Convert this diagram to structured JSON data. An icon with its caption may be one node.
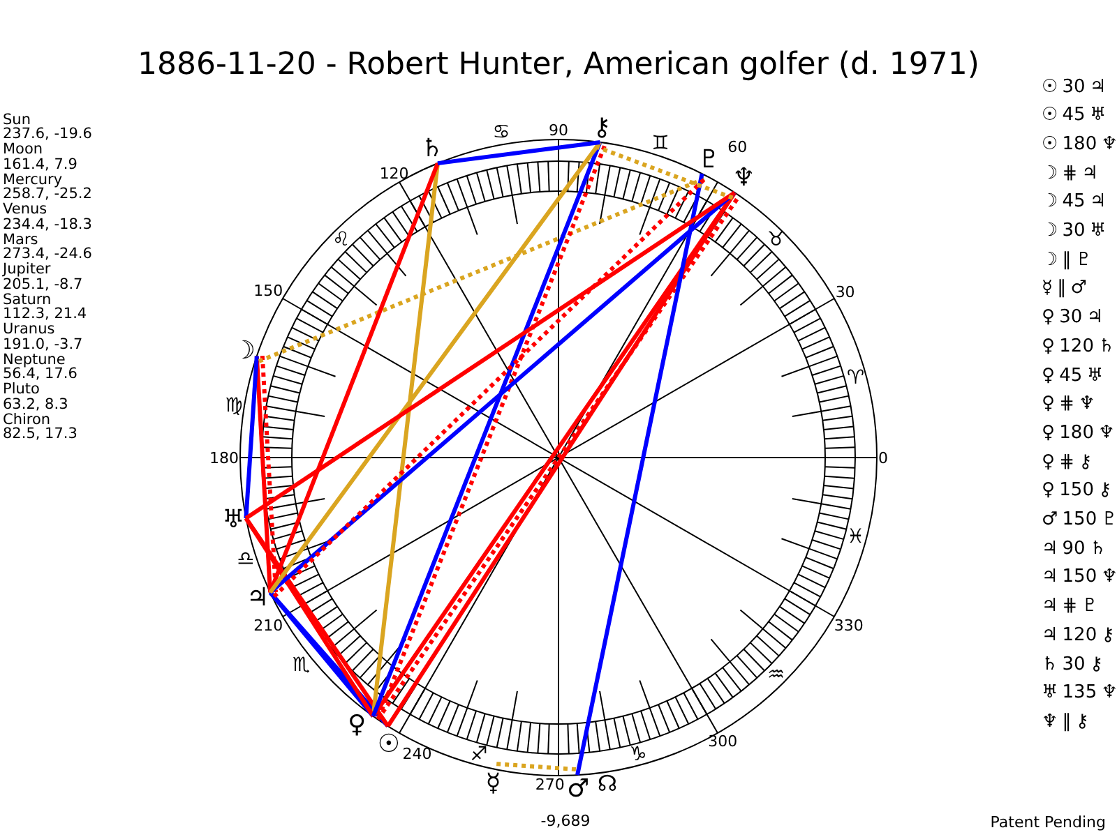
{
  "diagram": {
    "title": "1886-11-20 - Robert Hunter, American golfer (d. 1971)",
    "nodes": [
      {
        "text": [
          "⚷"
        ]
      },
      {
        "text": [
          "♄"
        ]
      },
      {
        "text": [
          "♇"
        ]
      },
      {
        "text": [
          "♆"
        ]
      },
      {
        "text": [
          "☽"
        ]
      },
      {
        "text": [
          "♅"
        ]
      },
      {
        "text": [
          "♃"
        ]
      },
      {
        "text": [
          "♀"
        ]
      },
      {
        "text": [
          "☉"
        ]
      },
      {
        "text": [
          "☿"
        ]
      },
      {
        "text": [
          "♂"
        ]
      }
    ],
    "edges": [
      {
        "from": 8,
        "to": 6,
        "arrow": "none",
        "color": "#0000ff"
      },
      {
        "from": 8,
        "to": 5,
        "arrow": "none"
      },
      {
        "from": 8,
        "to": 3,
        "arrow": "none"
      },
      {
        "from": 4,
        "to": 6,
        "arrow": "none",
        "style": "dashed"
      },
      {
        "from": 4,
        "to": 6,
        "arrow": "none"
      },
      {
        "from": 4,
        "to": 5,
        "arrow": "none",
        "color": "#0000ff"
      },
      {
        "from": 4,
        "to": 2,
        "arrow": "none",
        "style": "dashed",
        "color": "#daa520"
      },
      {
        "from": 9,
        "to": 10,
        "arrow": "none",
        "style": "dashed",
        "color": "#daa520"
      },
      {
        "from": 7,
        "to": 6,
        "arrow": "none",
        "color": "#0000ff"
      },
      {
        "from": 7,
        "to": 1,
        "arrow": "none",
        "color": "#daa520"
      },
      {
        "from": 7,
        "to": 5,
        "arrow": "none"
      },
      {
        "from": 7,
        "to": 3,
        "arrow": "none",
        "style": "dashed"
      },
      {
        "from": 7,
        "to": 3,
        "arrow": "none"
      },
      {
        "from": 7,
        "to": 0,
        "arrow": "none",
        "style": "dashed"
      },
      {
        "from": 7,
        "to": 0,
        "arrow": "none",
        "color": "#0000ff"
      },
      {
        "from": 10,
        "to": 2,
        "arrow": "none",
        "color": "#0000ff"
      },
      {
        "from": 6,
        "to": 1,
        "arrow": "none"
      },
      {
        "from": 6,
        "to": 3,
        "arrow": "none",
        "color": "#0000ff"
      },
      {
        "from": 6,
        "to": 2,
        "arrow": "none",
        "style": "dashed"
      },
      {
        "from": 6,
        "to": 0,
        "arrow": "none",
        "color": "#daa520"
      },
      {
        "from": 1,
        "to": 0,
        "arrow": "none",
        "color": "#0000ff"
      },
      {
        "from": 5,
        "to": 3,
        "arrow": "none"
      },
      {
        "from": 3,
        "to": 0,
        "arrow": "none",
        "style": "dashed",
        "color": "#daa520"
      }
    ],
    "labels": [
      "Sun",
      "237.6, -19.6",
      "Moon",
      "161.4, 7.9",
      "Mercury",
      "258.7, -25.2",
      "Venus",
      "234.4, -18.3",
      "Mars",
      "273.4, -24.6",
      "Jupiter",
      "205.1, -8.7",
      "Saturn",
      "112.3, 21.4",
      "Uranus",
      "191.0, -3.7",
      "Neptune",
      "56.4, 17.6",
      "Pluto",
      "63.2, 8.3",
      "Chiron",
      "82.5, 17.3",
      "0",
      "30",
      "60",
      "90",
      "120",
      "150",
      "180",
      "210",
      "240",
      "270",
      "300",
      "330",
      "♈",
      "♉",
      "♊",
      "♋",
      "♌",
      "♍",
      "♎",
      "♏",
      "♐",
      "♑",
      "♒",
      "♓",
      "☊",
      "-9,689",
      "☉ 30 ♃",
      "☉ 45 ♅",
      "☉ 180 ♆",
      "☽ ⋕ ♃",
      "☽ 45 ♃",
      "☽ 30 ♅",
      "☽ ‖ ♇",
      "☿ ‖ ♂",
      "♀ 30 ♃",
      "♀ 120 ♄",
      "♀ 45 ♅",
      "♀ ⋕ ♆",
      "♀ 180 ♆",
      "♀ ⋕ ⚷",
      "♀ 150 ⚷",
      "♂ 150 ♇",
      "♃ 90 ♄",
      "♃ 150 ♆",
      "♃ ⋕ ♇",
      "♃ 120 ⚷",
      "♄ 30 ⚷",
      "♅ 135 ♆",
      "♆ ‖ ⚷",
      "Patent Pending"
    ]
  }
}
